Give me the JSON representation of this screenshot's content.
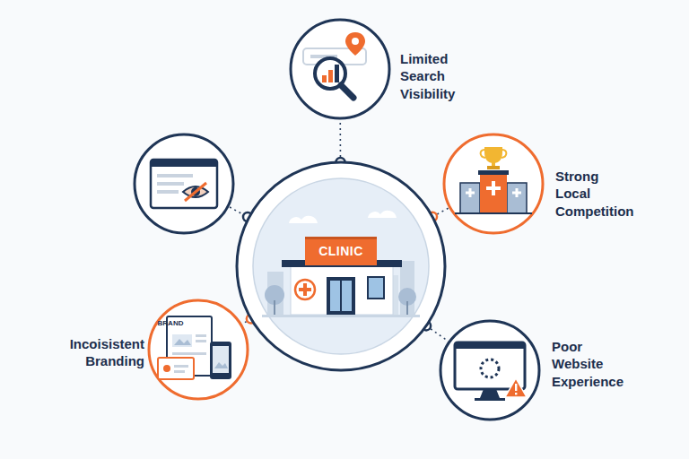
{
  "diagram": {
    "nodes": [
      {
        "text": [
          "Limited Search Visibility"
        ]
      },
      {
        "text": [
          "Strong Local Competition"
        ]
      },
      {
        "text": [
          "CLINIC"
        ]
      },
      {
        "text": [
          "Incoisistent Branding"
        ]
      },
      {
        "text": [
          "Poor Website Experience"
        ]
      }
    ],
    "edges": [
      {
        "from": 2,
        "to": 0,
        "arrow": "none"
      },
      {
        "from": 2,
        "to": 1,
        "arrow": "none"
      },
      {
        "from": 2,
        "to": 3,
        "arrow": "none"
      },
      {
        "from": 2,
        "to": 4,
        "arrow": "none"
      }
    ],
    "labels": [
      "BRAND"
    ]
  }
}
